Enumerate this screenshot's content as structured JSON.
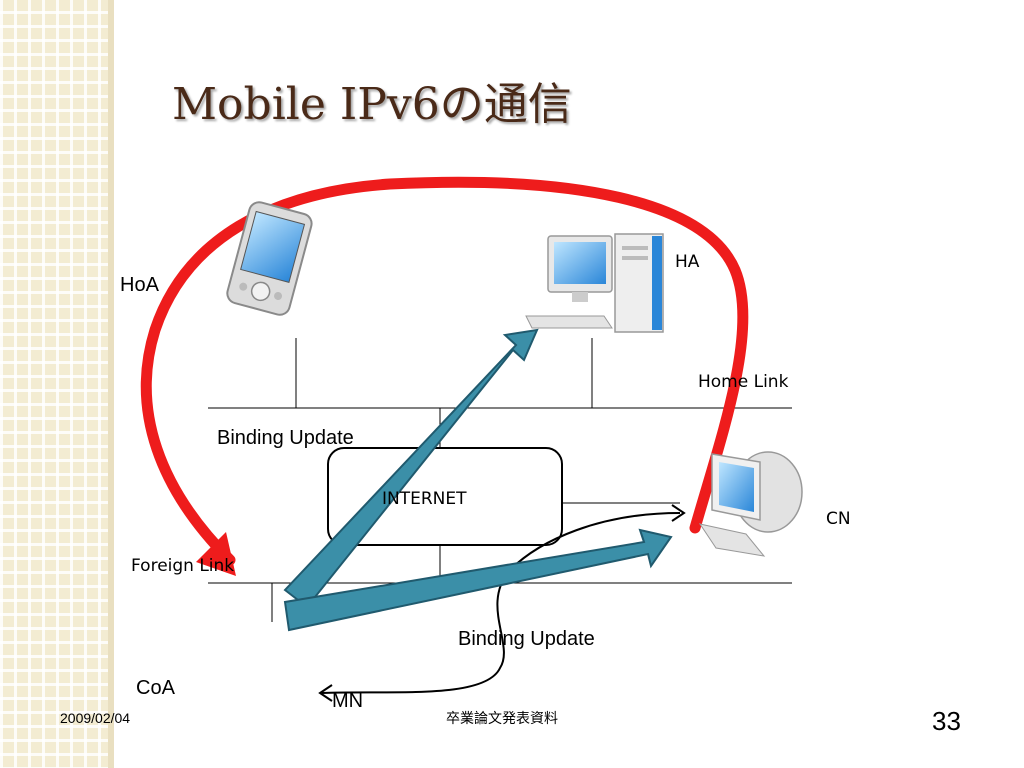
{
  "slide": {
    "title": "Mobile IPv6の通信",
    "labels": {
      "hoa": "HoA",
      "ha": "HA",
      "home_link": "Home Link",
      "binding_update_top": "Binding Update",
      "internet": "INTERNET",
      "cn": "CN",
      "foreign_link": "Foreign Link",
      "binding_update_bottom": "Binding Update",
      "coa": "CoA",
      "mn": "MN"
    },
    "footer": {
      "date": "2009/02/04",
      "center": "卒業論文発表資料",
      "page_number": "33"
    }
  },
  "colors": {
    "red_path": "#ee1c1c",
    "teal_arrow": "#3b8fa8",
    "teal_outline": "#205a6e",
    "title": "#4a2a18",
    "sidebar": "#f3ecd2"
  },
  "icons": [
    "pda-icon",
    "server-computer-icon",
    "imac-computer-icon"
  ]
}
